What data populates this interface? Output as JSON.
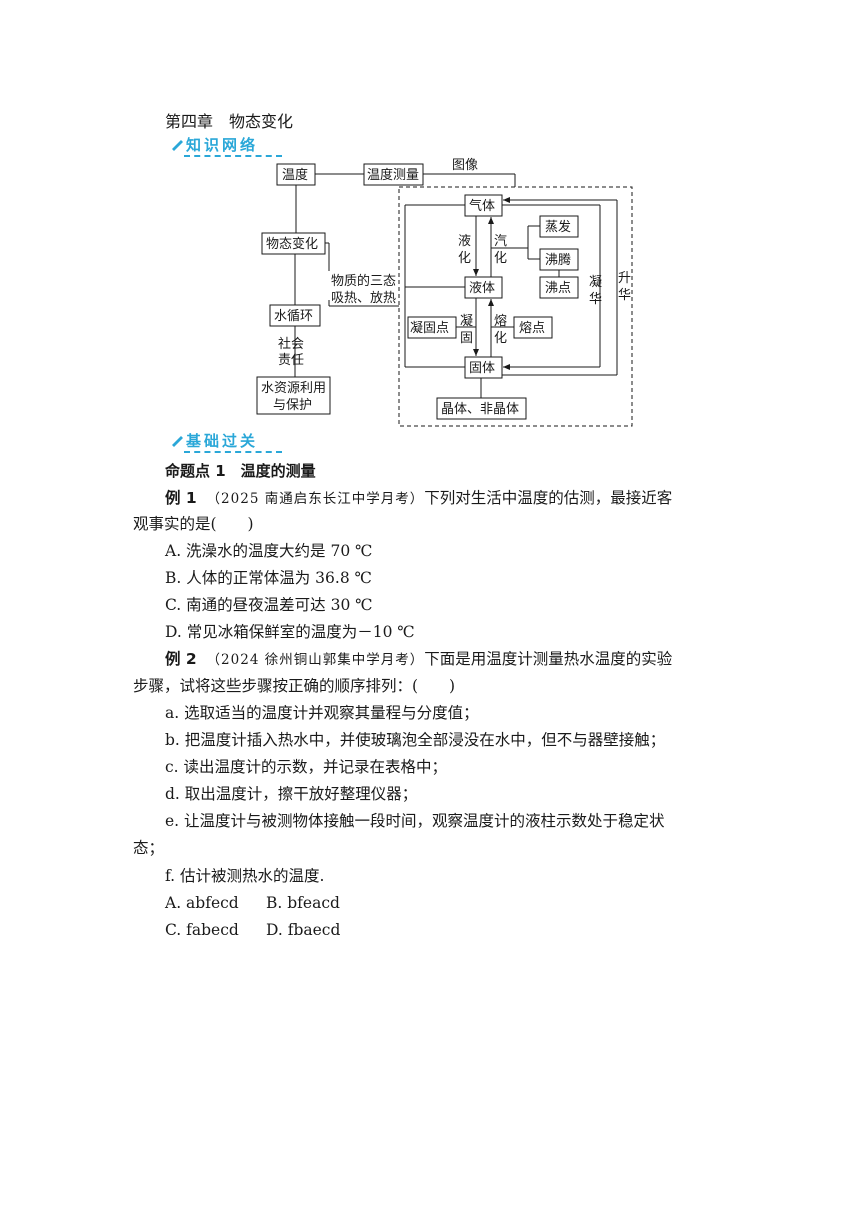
{
  "chapter_title": "第四章　物态变化",
  "section1_label": "知识网络",
  "section2_label": "基础过关",
  "diagram": {
    "wendu": "温度",
    "wendu_celiang": "温度测量",
    "tuxiang": "图像",
    "wutai_bianhua": "物态变化",
    "three_states_line1": "物质的三态",
    "three_states_line2": "吸热、放热",
    "shui_xunhuan": "水循环",
    "shehui": "社会",
    "zeren": "责任",
    "shuiziyuan_line1": "水资源利用",
    "shuiziyuan_line2": "与保护",
    "qiti": "气体",
    "yeti": "液体",
    "guti": "固体",
    "zhengfa": "蒸发",
    "feiteng": "沸腾",
    "feidian": "沸点",
    "rongdian": "熔点",
    "ninggudian": "凝固点",
    "jingti": "晶体、非晶体",
    "ye": "液",
    "hua": "化",
    "qi": "汽",
    "hua2": "化",
    "ning": "凝",
    "gu": "固",
    "rong": "熔",
    "hua3": "化",
    "ning2": "凝",
    "hua4": "华",
    "sheng": "升",
    "hua5": "华"
  },
  "topic": "命题点 1　温度的测量",
  "example1": {
    "label": "例 1",
    "source": "（2025 南通启东长江中学月考）",
    "stem_line1": "下列对生活中温度的估测，最接近客",
    "stem_line2": "观事实的是(　　)",
    "options": [
      "A.  洗澡水的温度大约是 70 ℃",
      "B.  人体的正常体温为 36.8 ℃",
      "C.  南通的昼夜温差可达 30 ℃",
      "D.  常见冰箱保鲜室的温度为－10 ℃"
    ]
  },
  "example2": {
    "label": "例 2",
    "source": "（2024 徐州铜山郭集中学月考）",
    "stem_line1": "下面是用温度计测量热水温度的实验",
    "stem_line2": "步骤，试将这些步骤按正确的顺序排列：(　　)",
    "steps": [
      "a.  选取适当的温度计并观察其量程与分度值；",
      "b.  把温度计插入热水中，并使玻璃泡全部浸没在水中，但不与器壁接触；",
      "c.  读出温度计的示数，并记录在表格中；",
      "d.  取出温度计，擦干放好整理仪器；",
      "e.  让温度计与被测物体接触一段时间，观察温度计的液柱示数处于稳定状",
      "态；",
      "f.  估计被测热水的温度."
    ],
    "options": [
      "A. abfecd",
      "B. bfeacd",
      "C. fabecd",
      "D. fbaecd"
    ]
  }
}
